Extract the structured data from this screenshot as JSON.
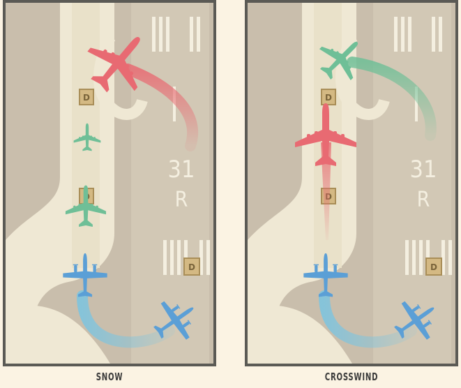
{
  "panels": [
    {
      "id": "snow",
      "caption": "SNOW",
      "runway_label": {
        "number": "31",
        "side": "R"
      },
      "gate_marker": "D",
      "planes": [
        {
          "name": "red-jet",
          "color": "#e86a72",
          "type": "jet"
        },
        {
          "name": "green-jet-small",
          "color": "#6fbf97",
          "type": "jet"
        },
        {
          "name": "green-jet-large",
          "color": "#6fbf97",
          "type": "jet"
        },
        {
          "name": "blue-prop-top",
          "color": "#5b9fd6",
          "type": "prop"
        },
        {
          "name": "blue-prop-bottom",
          "color": "#5b9fd6",
          "type": "prop"
        }
      ]
    },
    {
      "id": "crosswind",
      "caption": "CROSSWIND",
      "runway_label": {
        "number": "31",
        "side": "R"
      },
      "gate_marker": "D",
      "planes": [
        {
          "name": "green-jet",
          "color": "#6fbf97",
          "type": "jet"
        },
        {
          "name": "red-jet",
          "color": "#e86a72",
          "type": "jet"
        },
        {
          "name": "blue-prop-top",
          "color": "#5b9fd6",
          "type": "prop"
        },
        {
          "name": "blue-prop-bottom",
          "color": "#5b9fd6",
          "type": "prop"
        }
      ]
    }
  ],
  "colors": {
    "tarmac": "#c9beac",
    "taxiway": "#efe8d4",
    "frame": "#5b5a55",
    "marker": "#d4b983"
  }
}
